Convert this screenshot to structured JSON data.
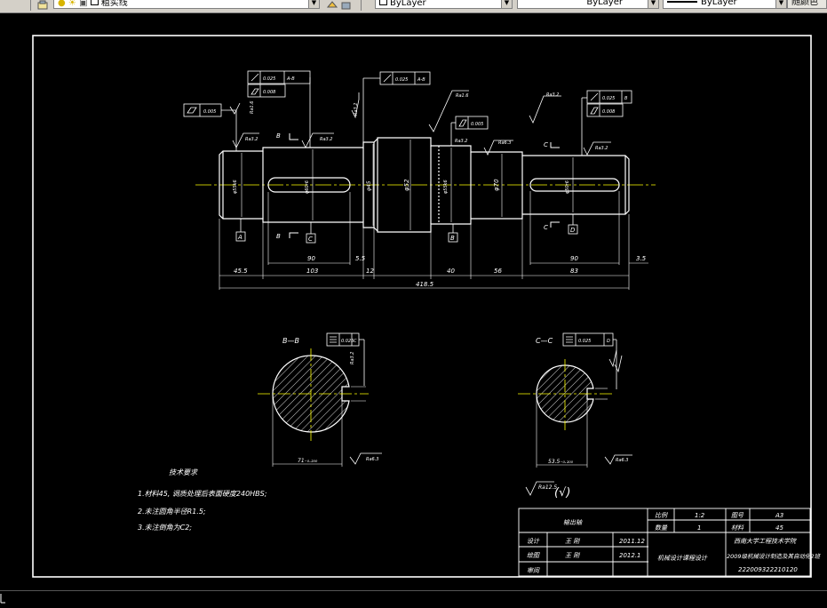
{
  "toolbar": {
    "layer_name": "粗实线",
    "color": "ByLayer",
    "linetype": "ByLayer",
    "lineweight": "ByLayer",
    "plotstyle": "随颜色"
  },
  "drawing": {
    "tolerances": {
      "cyl_left": "0.005",
      "runout_left": "0.025",
      "runout_left_datum": "A-B",
      "cyl_left2": "0.008",
      "runout_mid": "0.025",
      "runout_mid_datum": "A-B",
      "cyl_mid": "0.005",
      "runout_right": "0.025",
      "runout_right_datum": "B",
      "cyl_right": "0.008",
      "sym_bb": "0.025",
      "sym_bb_datum": "C",
      "sym_cc": "0.025",
      "sym_cc_datum": "D"
    },
    "roughness": {
      "r16a": "Ra1.6",
      "r32a": "Ra3.2",
      "r32b": "Ra3.2",
      "r32c": "Ra3.2",
      "r16b": "Ra1.6",
      "r32d": "Ra3.2",
      "r63a": "Ra6.3",
      "r32e": "Ra3.2",
      "r32f": "Ra3.2",
      "r63b": "Ra6.3",
      "r32g": "Ra3.2",
      "r63c": "Ra6.3",
      "general": "Ra12.5"
    },
    "datums": {
      "a": "A",
      "b": "B",
      "c": "C",
      "d": "D"
    },
    "section_labels": {
      "b_top": "B",
      "b_bottom": "B",
      "c_top": "C",
      "c_bottom": "C",
      "view_bb": "B—B",
      "view_cc": "C—C"
    },
    "dimensions": {
      "d_455": "45.5",
      "d_103": "103",
      "d_90a": "90",
      "d_55": "5.5",
      "d_12": "12",
      "d_40": "40",
      "d_56": "56",
      "d_90b": "90",
      "d_83": "83",
      "d_35": "3.5",
      "d_4185": "418.5",
      "d_phi45": "φ45",
      "d_phi52": "φ52",
      "d_phi70": "φ70",
      "d_bb_width": "71₋₀.₂₀₀",
      "d_cc_width": "53.5₋₀.₂₀₀"
    },
    "tech_req": {
      "heading": "技术要求",
      "items": [
        "1.材料45, 调质处理后表面硬度240HBS;",
        "2.未注圆角半径R1.5;",
        "3.未注倒角为C2;"
      ]
    },
    "general_roughness_tail": "(√)"
  },
  "title_block": {
    "part_name": "输出轴",
    "scale_label": "比例",
    "scale_value": "1:2",
    "drawing_no_label": "图号",
    "drawing_no": "A3",
    "qty_label": "数量",
    "qty_value": "1",
    "material_label": "材料",
    "material_value": "45",
    "designer_label": "设计",
    "designer_name": "王 刚",
    "designer_date": "2011.12",
    "drafter_label": "绘图",
    "drafter_name": "王 刚",
    "drafter_date": "2012.1",
    "reviewer_label": "审阅",
    "course": "机械设计课程设计",
    "school": "西南大学工程技术学院",
    "class_name": "2009级机械设计制造及其自动化2班",
    "student_id": "222009322210120"
  }
}
